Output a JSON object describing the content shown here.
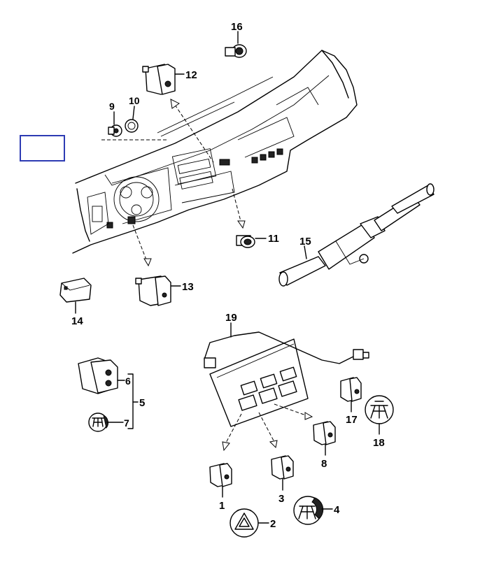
{
  "diagram": {
    "callouts": [
      "16",
      "12",
      "9",
      "10",
      "11",
      "15",
      "13",
      "14",
      "19",
      "6",
      "5",
      "7",
      "17",
      "18",
      "8",
      "1",
      "3",
      "4",
      "2"
    ],
    "colors": {
      "line": "#000000",
      "selection_box": "#2d3bb3",
      "background": "#ffffff"
    }
  }
}
